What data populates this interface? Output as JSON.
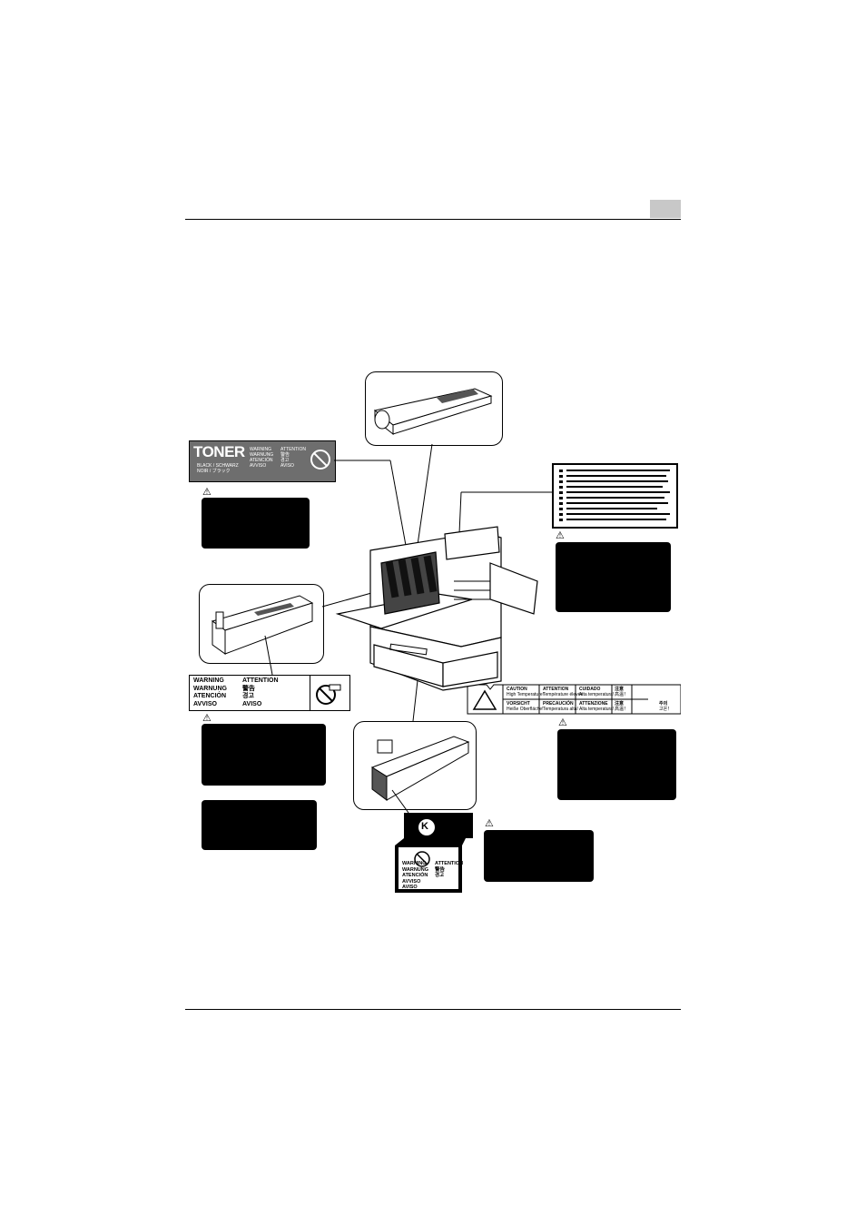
{
  "toner_label": {
    "title": "TONER",
    "color_line1": "BLACK / SCHWARZ",
    "color_line2": "NOIR / ブラック",
    "col1": [
      "WARNING",
      "WARNUNG",
      "ATENCIÓN",
      "AVVISO"
    ],
    "col2": [
      "ATTENTION",
      "警告",
      "경고",
      "AVISO"
    ]
  },
  "waste_label": {
    "col1": [
      "WARNING",
      "WARNUNG",
      "ATENCIÓN",
      "AVVISO"
    ],
    "col2": [
      "ATTENTION",
      "警告",
      "경고",
      "AVISO"
    ]
  },
  "drum_label": {
    "letter": "K",
    "col1": [
      "WARNING",
      "WARNUNG",
      "ATENCIÓN",
      "AVVISO",
      "AVISO"
    ],
    "col2": [
      "ATTENTION",
      "警告",
      "경고"
    ]
  },
  "fuser_label": {
    "row1": [
      {
        "head": "CAUTION",
        "sub": "High Temperature!"
      },
      {
        "head": "ATTENTION",
        "sub": "Température élevée"
      },
      {
        "head": "CUIDADO",
        "sub": "Alta temperatura!"
      },
      {
        "head": "注意",
        "sub": "高温！"
      }
    ],
    "row2": [
      {
        "head": "VORSICHT",
        "sub": "Heiße Oberfläche!"
      },
      {
        "head": "PRECAUCIÓN",
        "sub": "Temperatura alta!"
      },
      {
        "head": "ATTENZIONE",
        "sub": "Alta temperatura!"
      },
      {
        "head": "注意",
        "sub": "高温！"
      },
      {
        "head": "주의",
        "sub": "고온！"
      }
    ]
  },
  "warning_icon": "warning-triangle-icon"
}
